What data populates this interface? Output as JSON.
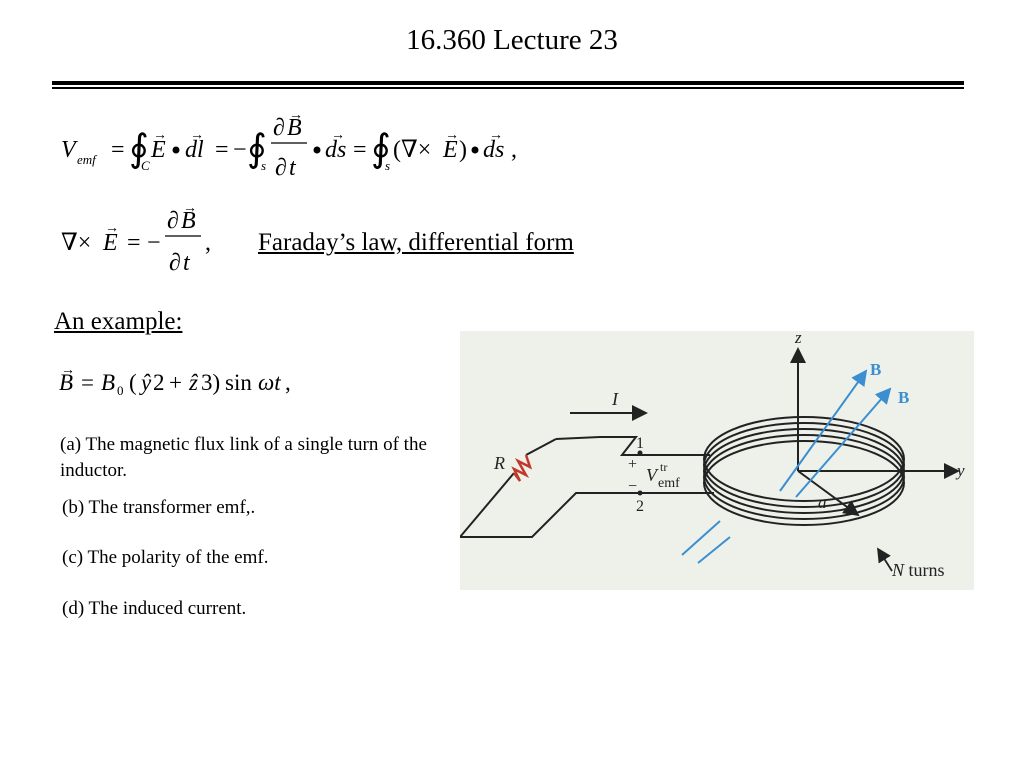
{
  "slide": {
    "title": "16.360 Lecture 23",
    "faraday_label": "Faraday’s law, differential form",
    "example_label": "An example: ",
    "questions": [
      "(a) The magnetic flux link of a single turn of the inductor.",
      "(b) The transformer emf,.",
      "(c) The polarity of the emf.",
      "(d) The induced current."
    ]
  },
  "figure": {
    "axis_z": "z",
    "axis_y": "y",
    "current_label": "I",
    "resistor_label": "R",
    "terminal_1": "1",
    "terminal_2": "2",
    "plus": "+",
    "minus": "−",
    "vemf_v": "V",
    "vemf_sup": "tr",
    "vemf_sub": "emf",
    "field_label_1": "B",
    "field_label_2": "B",
    "radius_label": "a",
    "turns_n": "N",
    "turns_word": " turns",
    "colors": {
      "field": "#3b8fd0",
      "background": "#eef1ea",
      "wire": "#222222"
    }
  }
}
